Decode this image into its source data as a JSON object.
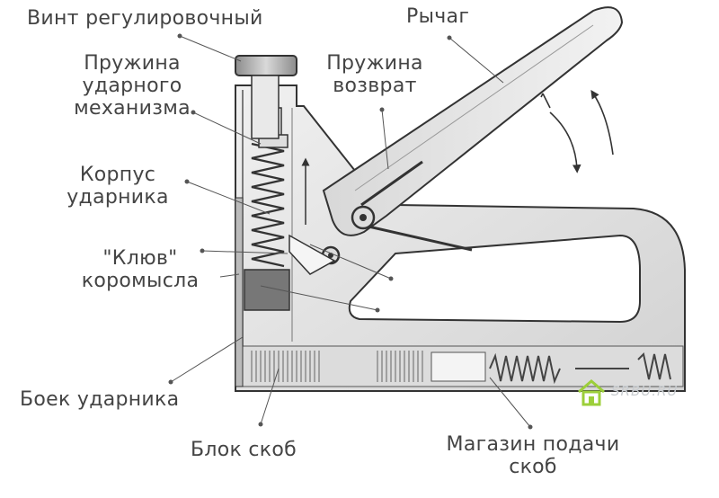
{
  "labels": {
    "adjust_screw": "Винт регулировочный",
    "lever": "Рычаг",
    "striker_spring": [
      "Пружина",
      "ударного",
      "механизма"
    ],
    "return_spring": [
      "Пружина",
      "возврат"
    ],
    "striker_body": [
      "Корпус",
      "ударника"
    ],
    "rocker_beak": [
      "\"Клюв\"",
      "коромысла"
    ],
    "striker_pin": "Боек  ударника",
    "staple_block": "Блок скоб",
    "staple_magazine": [
      "Магазин подачи",
      "скоб"
    ]
  },
  "watermark": {
    "text": "SRBU.RU",
    "icon": "house-icon",
    "color": "#9ccf3a"
  },
  "colors": {
    "outline": "#333333",
    "fill_light": "#e4e4e4",
    "fill_mid": "#cfcfcf",
    "fill_dark": "#a9a9a9",
    "leader": "#555555"
  }
}
